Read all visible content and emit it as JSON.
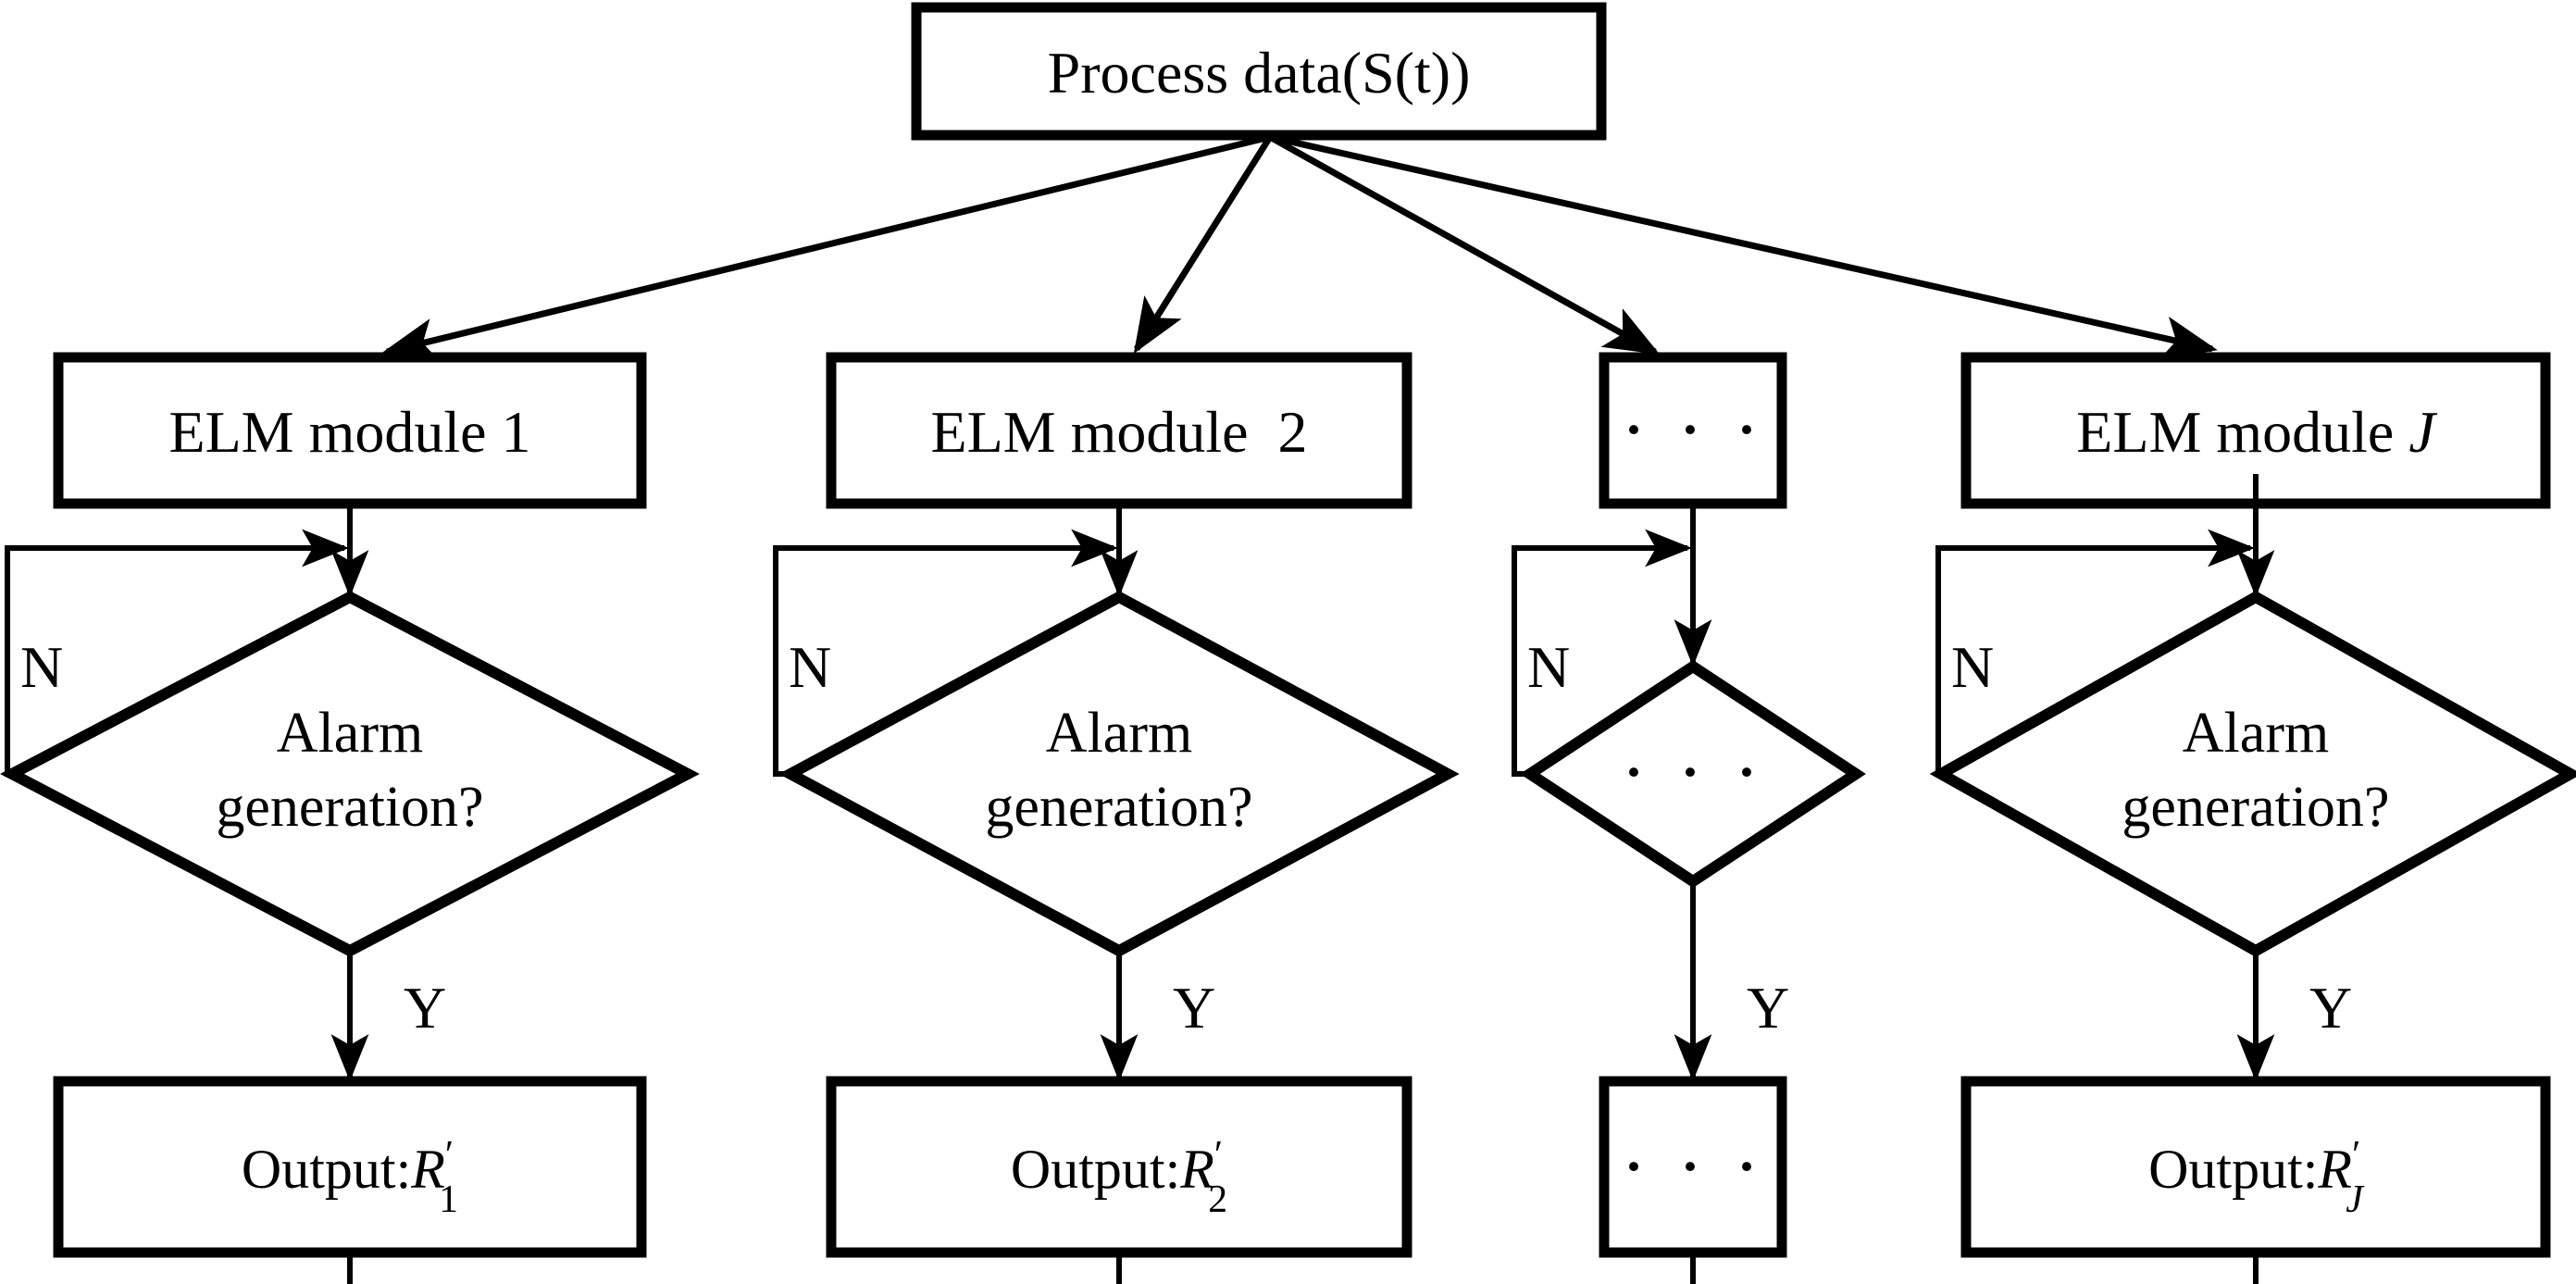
{
  "colors": {
    "stroke": "#000000",
    "fill": "#ffffff",
    "text": "#000000"
  },
  "process_box": {
    "label": "Process data(S(t))"
  },
  "branch": {
    "no_label": "N",
    "yes_label": "Y"
  },
  "columns": [
    {
      "module_prefix": "ELM module ",
      "module_var": "1",
      "module_var_style": "normal",
      "decision_line1": "Alarm",
      "decision_line2": "generation?",
      "output_prefix": "Output:",
      "output_var": "R",
      "output_prime": "′",
      "output_sub": "1",
      "output_sub_style": "normal"
    },
    {
      "module_prefix": "ELM module  ",
      "module_var": "2",
      "module_var_style": "normal",
      "decision_line1": "Alarm",
      "decision_line2": "generation?",
      "output_prefix": "Output:",
      "output_var": "R",
      "output_prime": "′",
      "output_sub": "2",
      "output_sub_style": "normal"
    },
    {
      "module_label": "· · ·",
      "decision_label": "· · ·",
      "output_label": "· · ·"
    },
    {
      "module_prefix": "ELM module ",
      "module_var": "J",
      "module_var_style": "italic",
      "decision_line1": "Alarm",
      "decision_line2": "generation?",
      "output_prefix": "Output:",
      "output_var": "R",
      "output_prime": "′",
      "output_sub": "J",
      "output_sub_style": "italic"
    }
  ]
}
